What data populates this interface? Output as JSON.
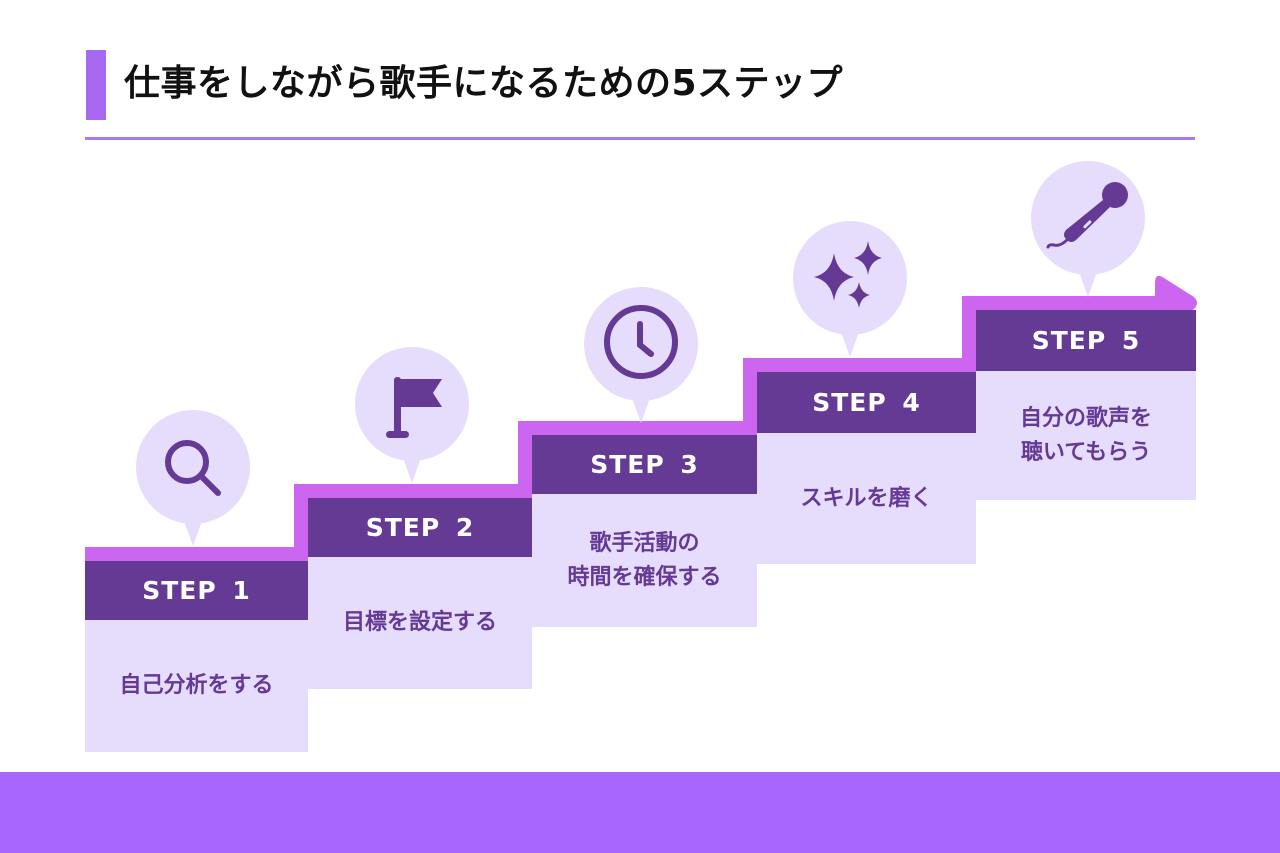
{
  "title": "仕事をしながら歌手になるための5ステップ",
  "colors": {
    "accent_bar": "#A868F0",
    "rule": "#A97BE6",
    "stair_line": "#CC66F0",
    "step_header": "#643A95",
    "step_body": "#E6DCFB",
    "bubble": "#E6DCFB",
    "icon": "#643A95",
    "footer": "#A866FE"
  },
  "steps": [
    {
      "label": "STEP 1",
      "text": "自己分析をする",
      "icon": "search-icon"
    },
    {
      "label": "STEP 2",
      "text": "目標を設定する",
      "icon": "flag-icon"
    },
    {
      "label": "STEP 3",
      "text": "歌手活動の\n時間を確保する",
      "icon": "clock-icon"
    },
    {
      "label": "STEP 4",
      "text": "スキルを磨く",
      "icon": "sparkles-icon"
    },
    {
      "label": "STEP 5",
      "text": "自分の歌声を\n聴いてもらう",
      "icon": "microphone-icon"
    }
  ]
}
